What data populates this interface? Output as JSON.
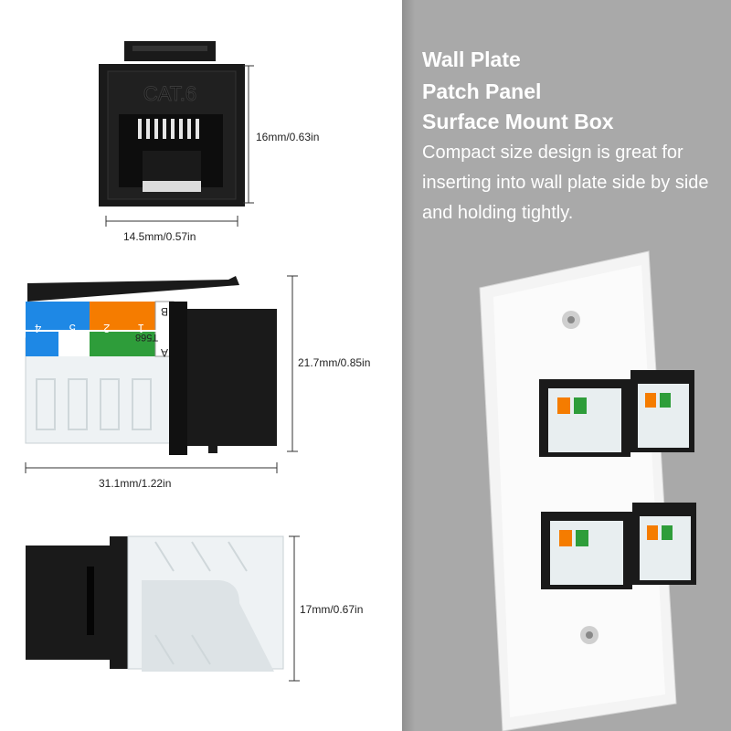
{
  "features": {
    "line1": "Wall Plate",
    "line2": "Patch Panel",
    "line3": "Surface Mount Box",
    "description": "Compact size design is great for inserting into wall plate side by side and holding tightly."
  },
  "front_view": {
    "label": "CAT.6",
    "height": "16mm/0.63in",
    "width": "14.5mm/0.57in"
  },
  "side_view": {
    "standard": "T568",
    "row_b": "B",
    "row_a": "A",
    "pins_top": [
      "4",
      "5",
      "2",
      "1"
    ],
    "height": "21.7mm/0.85in",
    "width": "31.1mm/1.22in"
  },
  "bottom_view": {
    "height": "17mm/0.67in"
  },
  "colors": {
    "panel_gray": "#a9a9a9",
    "jack_black": "#1a1a1a",
    "wire_blue": "#1e88e5",
    "wire_orange": "#f57c00",
    "wire_green": "#2e9d3a"
  }
}
